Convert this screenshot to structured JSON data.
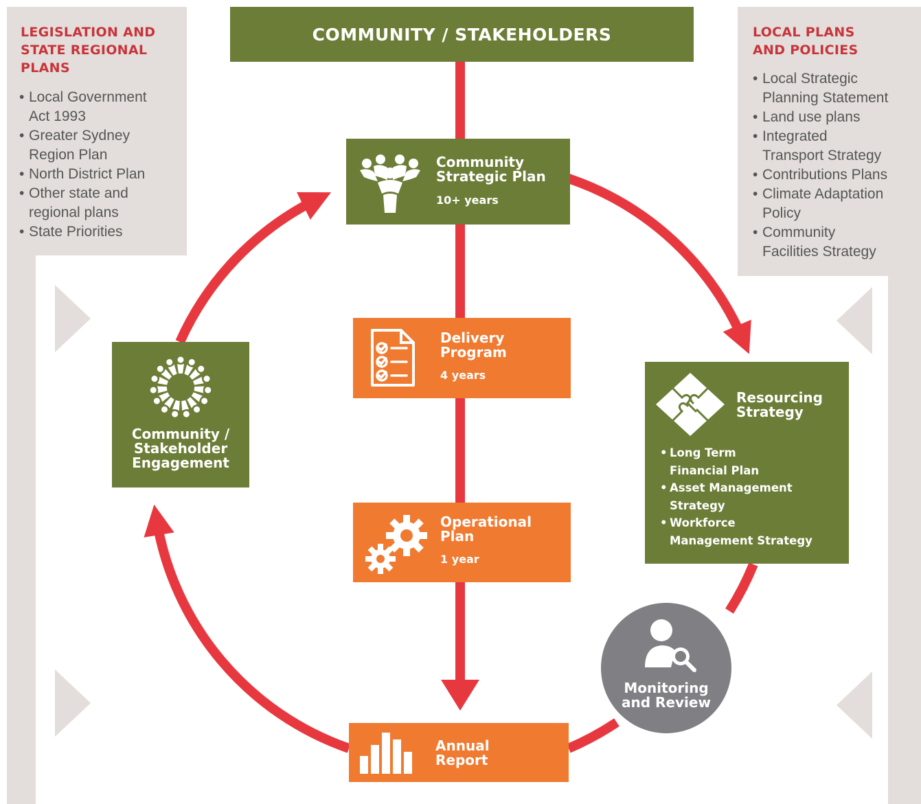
{
  "header": {
    "title": "COMMUNITY / STAKEHOLDERS"
  },
  "left_panel": {
    "title": "LEGISLATION AND\nSTATE REGIONAL\nPLANS",
    "items": [
      "Local Government\nAct 1993",
      "Greater Sydney\nRegion Plan",
      "North District Plan",
      "Other state and\nregional plans",
      "State Priorities"
    ]
  },
  "right_panel": {
    "title": "LOCAL PLANS\nAND POLICIES",
    "items": [
      "Local Strategic\nPlanning Statement",
      "Land use plans",
      "Integrated\nTransport Strategy",
      "Contributions Plans",
      "Climate Adaptation\nPolicy",
      "Community\nFacilities Strategy"
    ]
  },
  "csp": {
    "title": "Community\nStrategic Plan",
    "subtitle": "10+ years",
    "icon": "people-group-icon"
  },
  "delivery": {
    "title": "Delivery\nProgram",
    "subtitle": "4 years",
    "icon": "checklist-icon"
  },
  "operational": {
    "title": "Operational\nPlan",
    "subtitle": "1 year",
    "icon": "gears-icon"
  },
  "annual": {
    "title": "Annual\nReport",
    "icon": "bar-chart-icon"
  },
  "engagement": {
    "title": "Community /\nStakeholder\nEngagement",
    "icon": "people-circle-icon"
  },
  "resourcing": {
    "title": "Resourcing\nStrategy",
    "icon": "puzzle-icon",
    "items": [
      "Long Term\nFinancial Plan",
      "Asset Management\nStrategy",
      "Workforce\nManagement Strategy"
    ]
  },
  "monitoring": {
    "title": "Monitoring\nand Review",
    "icon": "person-search-icon"
  },
  "colors": {
    "green": "#6b7d36",
    "orange": "#f07a30",
    "red": "#e8383f",
    "grey_panel": "#e3dedb",
    "grey_circle": "#807f83",
    "title_red": "#c8343a"
  }
}
